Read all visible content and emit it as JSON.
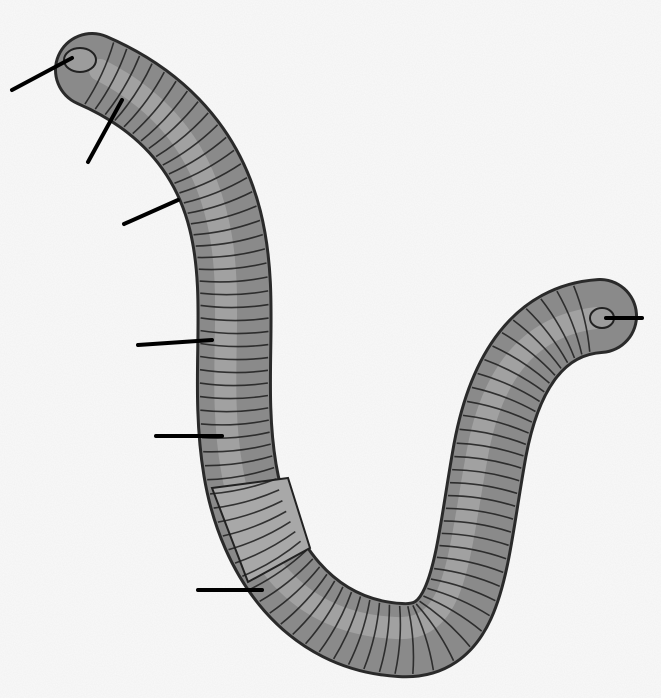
{
  "diagram": {
    "subject": "earthworm",
    "style": "grayscale engraving-style illustration with unlabeled leader lines",
    "colors": {
      "background": "#fafafa",
      "body": "#8a8a8a",
      "segment_lines": "#1c1c1c",
      "leader_lines": "#000000"
    },
    "leader_line_count": 7,
    "labels": []
  }
}
